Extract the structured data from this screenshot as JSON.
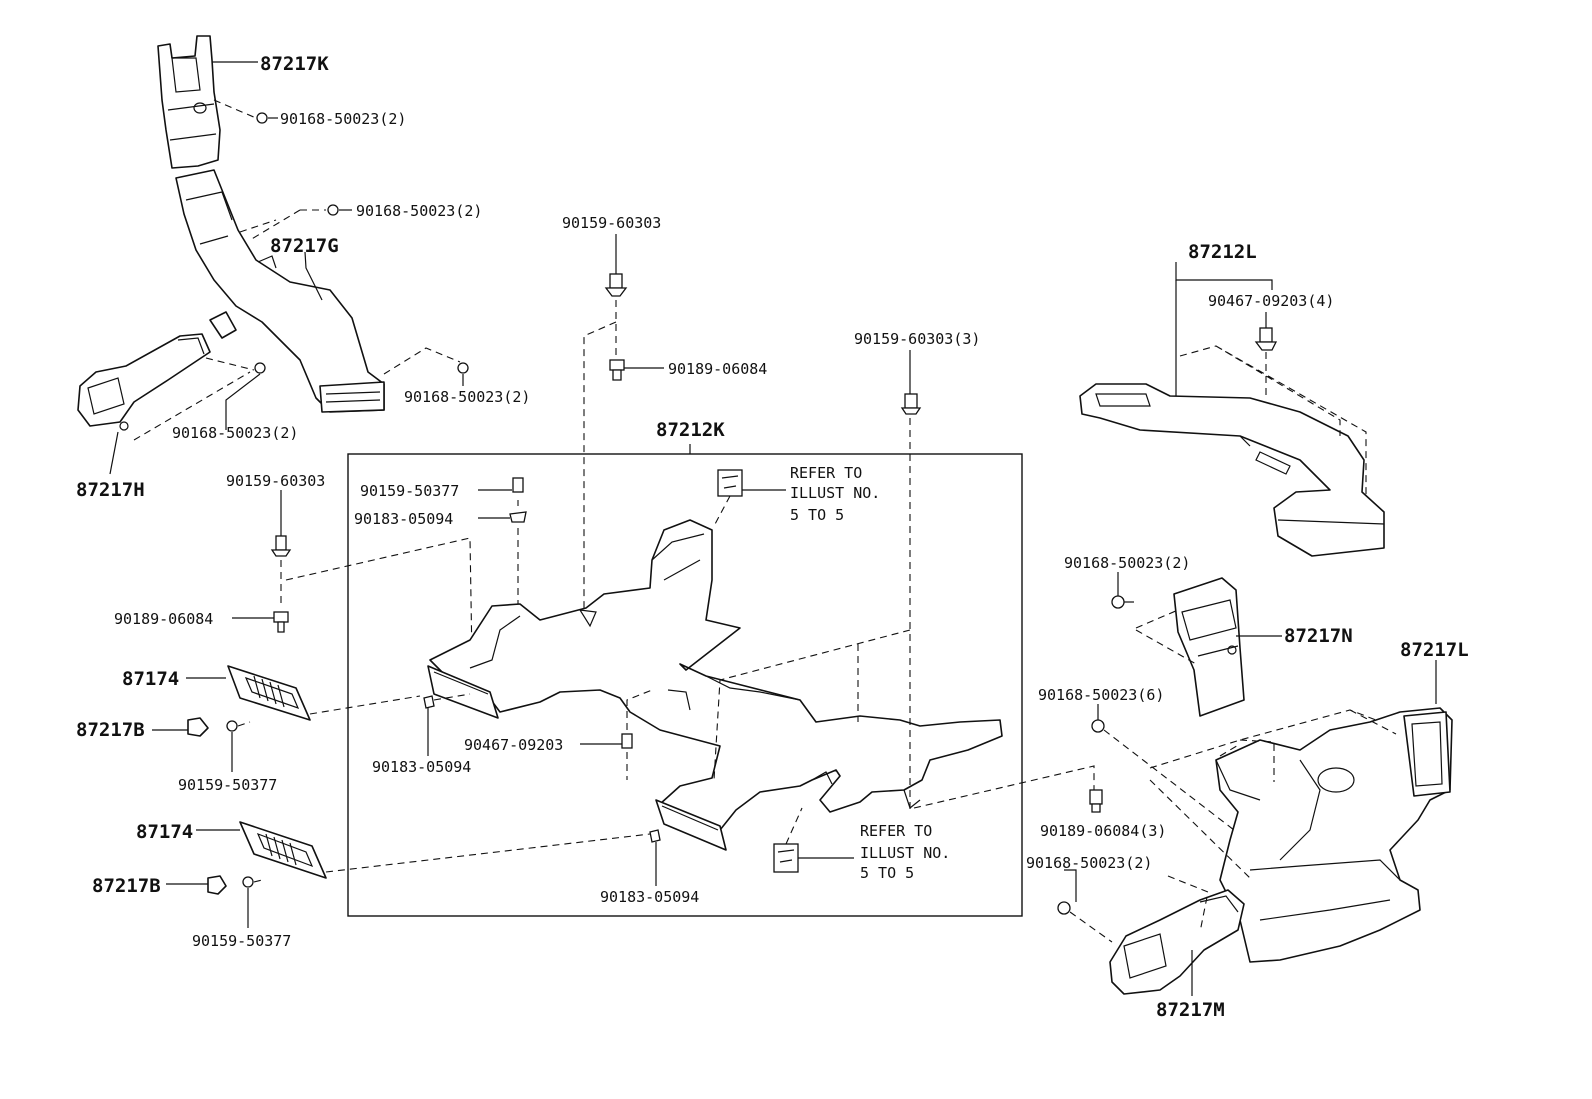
{
  "labels": {
    "p87217K": "87217K",
    "p90168a": "90168-50023(2)",
    "p90168b": "90168-50023(2)",
    "p87217G": "87217G",
    "p90168c": "90168-50023(2)",
    "p90168d": "90168-50023(2)",
    "p87217H": "87217H",
    "p90159a": "90159-60303",
    "p90189a": "90189-06084",
    "p90159b": "90159-60303",
    "p90189b": "90189-06084",
    "p87174a": "87174",
    "p87217Ba": "87217B",
    "p90159c": "90159-50377",
    "p87174b": "87174",
    "p87217Bb": "87217B",
    "p90159d": "90159-50377",
    "p87212K": "87212K",
    "p90159e": "90159-50377",
    "p90183a": "90183-05094",
    "p90183b": "90183-05094",
    "p90467a": "90467-09203",
    "p90183c": "90183-05094",
    "p90159f": "90159-60303(3)",
    "p87212L": "87212L",
    "p90467b": "90467-09203(4)",
    "p90168e": "90168-50023(2)",
    "p87217N": "87217N",
    "p87217L": "87217L",
    "p90168f": "90168-50023(6)",
    "p90189c": "90189-06084(3)",
    "p90168g": "90168-50023(2)",
    "p87217M": "87217M"
  },
  "notes": {
    "refer1": [
      "REFER TO",
      "ILLUST NO.",
      "5 TO 5"
    ],
    "refer2": [
      "REFER TO",
      "ILLUST NO.",
      "5 TO 5"
    ]
  }
}
